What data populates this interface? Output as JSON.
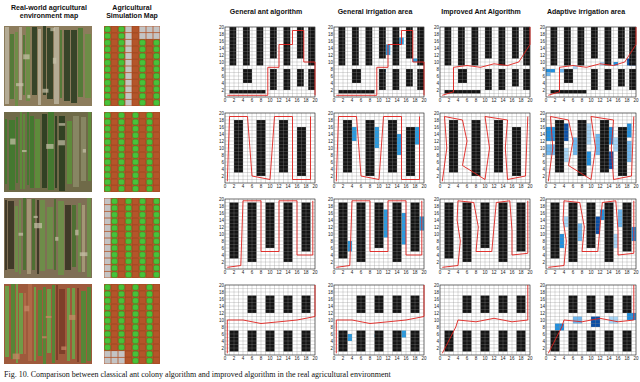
{
  "diagram": {
    "caption": "Fig. 10. Comparison between classical ant colony algorithm and improved algorithm in the real agricultural environment",
    "labels": [
      "Real-world agricultural environment map",
      "Agricultural Simulation Map",
      "General ant algorithm",
      "General irrigation area",
      "Improved Ant Algorithm",
      "Adaptive irrigation area",
      "0",
      "2",
      "4",
      "6",
      "8",
      "10",
      "12",
      "14",
      "16",
      "18",
      "20",
      "2",
      "4",
      "6",
      "8",
      "10",
      "12",
      "14",
      "16",
      "18",
      "20",
      "0",
      "2",
      "4",
      "6",
      "8",
      "10",
      "12",
      "14",
      "16",
      "18",
      "20",
      "2",
      "4",
      "6",
      "8",
      "10",
      "12",
      "14",
      "16",
      "18",
      "20",
      "0",
      "2",
      "4",
      "6",
      "8",
      "10",
      "12",
      "14",
      "16",
      "18",
      "20",
      "2",
      "4",
      "6",
      "8",
      "10",
      "12",
      "14",
      "16",
      "18",
      "20",
      "0",
      "2",
      "4",
      "6",
      "8",
      "10",
      "12",
      "14",
      "16",
      "18",
      "20",
      "2",
      "4",
      "6",
      "8",
      "10",
      "12",
      "14",
      "16",
      "18",
      "20",
      "0",
      "2",
      "4",
      "6",
      "8",
      "10",
      "12",
      "14",
      "16",
      "18",
      "20",
      "2",
      "4",
      "6",
      "8",
      "10",
      "12",
      "14",
      "16",
      "18",
      "20",
      "0",
      "2",
      "4",
      "6",
      "8",
      "10",
      "12",
      "14",
      "16",
      "18",
      "20",
      "2",
      "4",
      "6",
      "8",
      "10",
      "12",
      "14",
      "16",
      "18",
      "20",
      "0",
      "2",
      "4",
      "6",
      "8",
      "10",
      "12",
      "14",
      "16",
      "18",
      "20",
      "2",
      "4",
      "6",
      "8",
      "10",
      "12",
      "14",
      "16",
      "18",
      "20",
      "0",
      "2",
      "4",
      "6",
      "8",
      "10",
      "12",
      "14",
      "16",
      "18",
      "20",
      "2",
      "4",
      "6",
      "8",
      "10",
      "12",
      "14",
      "16",
      "18",
      "20",
      "0",
      "2",
      "4",
      "6",
      "8",
      "10",
      "12",
      "14",
      "16",
      "18",
      "20",
      "2",
      "4",
      "6",
      "8",
      "10",
      "12",
      "14",
      "16",
      "18",
      "20",
      "0",
      "2",
      "4",
      "6",
      "8",
      "10",
      "12",
      "14",
      "16",
      "18",
      "20",
      "2",
      "4",
      "6",
      "8",
      "10",
      "12",
      "14",
      "16",
      "18",
      "20",
      "0",
      "2",
      "4",
      "6",
      "8",
      "10",
      "12",
      "14",
      "16",
      "18",
      "20",
      "2",
      "4",
      "6",
      "8",
      "10",
      "12",
      "14",
      "16",
      "18",
      "20",
      "0",
      "2",
      "4",
      "6",
      "8",
      "10",
      "12",
      "14",
      "16",
      "18",
      "20",
      "2",
      "4",
      "6",
      "8",
      "10",
      "12",
      "14",
      "16",
      "18",
      "20",
      "0",
      "2",
      "4",
      "6",
      "8",
      "10",
      "12",
      "14",
      "16",
      "18",
      "20",
      "2",
      "4",
      "6",
      "8",
      "10",
      "12",
      "14",
      "16",
      "18",
      "20",
      "0",
      "2",
      "4",
      "6",
      "8",
      "10",
      "12",
      "14",
      "16",
      "18",
      "20",
      "2",
      "4",
      "6",
      "8",
      "10",
      "12",
      "14",
      "16",
      "18",
      "20",
      "0",
      "2",
      "4",
      "6",
      "8",
      "10",
      "12",
      "14",
      "16",
      "18",
      "20",
      "2",
      "4",
      "6",
      "8",
      "10",
      "12",
      "14",
      "16",
      "18",
      "20",
      "0",
      "2",
      "4",
      "6",
      "8",
      "10",
      "12",
      "14",
      "16",
      "18",
      "20",
      "2",
      "4",
      "6",
      "8",
      "10",
      "12",
      "14",
      "16",
      "18",
      "20"
    ]
  }
}
